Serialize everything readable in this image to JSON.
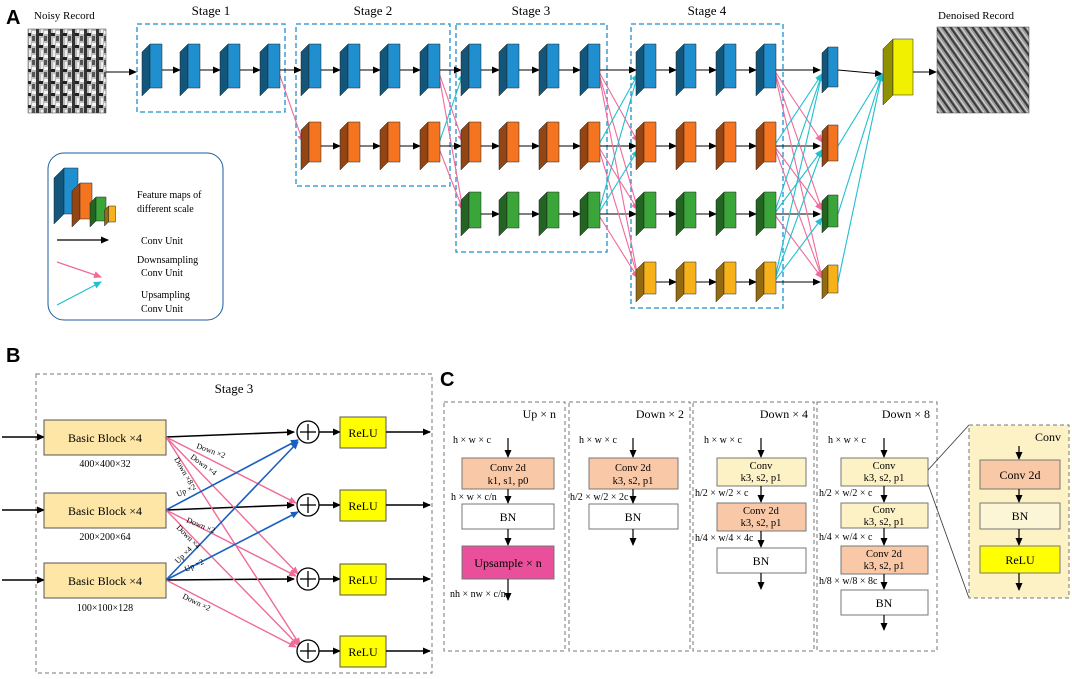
{
  "panelA": {
    "letter": "A",
    "input_label": "Noisy Record",
    "output_label": "Denoised Record",
    "stages": [
      "Stage 1",
      "Stage 2",
      "Stage 3",
      "Stage 4"
    ],
    "legend": {
      "feature_maps": [
        "Feature maps of",
        "different scale"
      ],
      "conv_unit": "Conv  Unit",
      "down_unit": [
        "Downsampling",
        "Conv Unit"
      ],
      "up_unit": [
        "Upsampling",
        "Conv Unit"
      ]
    },
    "colors": {
      "blue": "#1f8fcf",
      "orange": "#f5741f",
      "green": "#3aa63a",
      "yellow_orange": "#f7b21a",
      "fusion": "#f0f000",
      "down_arrow": "#f06a9a",
      "up_arrow": "#1fc0d0"
    }
  },
  "panelB": {
    "letter": "B",
    "title": "Stage 3",
    "blocks": [
      {
        "label": "Basic Block ×4",
        "dims": "400×400×32"
      },
      {
        "label": "Basic Block ×4",
        "dims": "200×200×64"
      },
      {
        "label": "Basic Block ×4",
        "dims": "100×100×128"
      }
    ],
    "relu": [
      "ReLU",
      "ReLU",
      "ReLU",
      "ReLU"
    ],
    "arrow_labels": {
      "r1": [
        "Down ×2",
        "Down ×4",
        "Down ×8"
      ],
      "r2_up": "Up ×2",
      "r2_down": [
        "Down ×2",
        "Down ×4"
      ],
      "r3_up": [
        "Up ×4",
        "Up ×2"
      ],
      "r3_down": "Down ×2"
    }
  },
  "panelC": {
    "letter": "C",
    "modules": [
      {
        "title": "Up × n",
        "in": "h × w × c",
        "op": [
          "Conv 2d",
          "k1, s1, p0"
        ],
        "mid": "h × w × c/n",
        "bn": "BN",
        "up": "Upsample × n",
        "out": "nh × nw × c/n"
      },
      {
        "title": "Down × 2",
        "in": "h × w × c",
        "op": [
          "Conv 2d",
          "k3, s2, p1"
        ],
        "mid": "h/2 × w/2 × 2c",
        "bn": "BN"
      },
      {
        "title": "Down × 4",
        "in": "h × w × c",
        "op1": [
          "Conv",
          "k3, s2, p1"
        ],
        "mid1": "h/2 × w/2 × c",
        "op2": [
          "Conv 2d",
          "k3, s2, p1"
        ],
        "mid2": "h/4 × w/4 × 4c",
        "bn": "BN"
      },
      {
        "title": "Down × 8",
        "in": "h × w × c",
        "op1": [
          "Conv",
          "k3, s2, p1"
        ],
        "mid1": "h/2 × w/2 × c",
        "op2": [
          "Conv",
          "k3, s2, p1"
        ],
        "mid2": "h/4 × w/4 × c",
        "op3": [
          "Conv 2d",
          "k3, s2, p1"
        ],
        "mid3": "h/8 × w/8 × 8c",
        "bn": "BN"
      }
    ],
    "conv_detail": {
      "title": "Conv",
      "items": [
        "Conv 2d",
        "BN",
        "ReLU"
      ]
    }
  }
}
